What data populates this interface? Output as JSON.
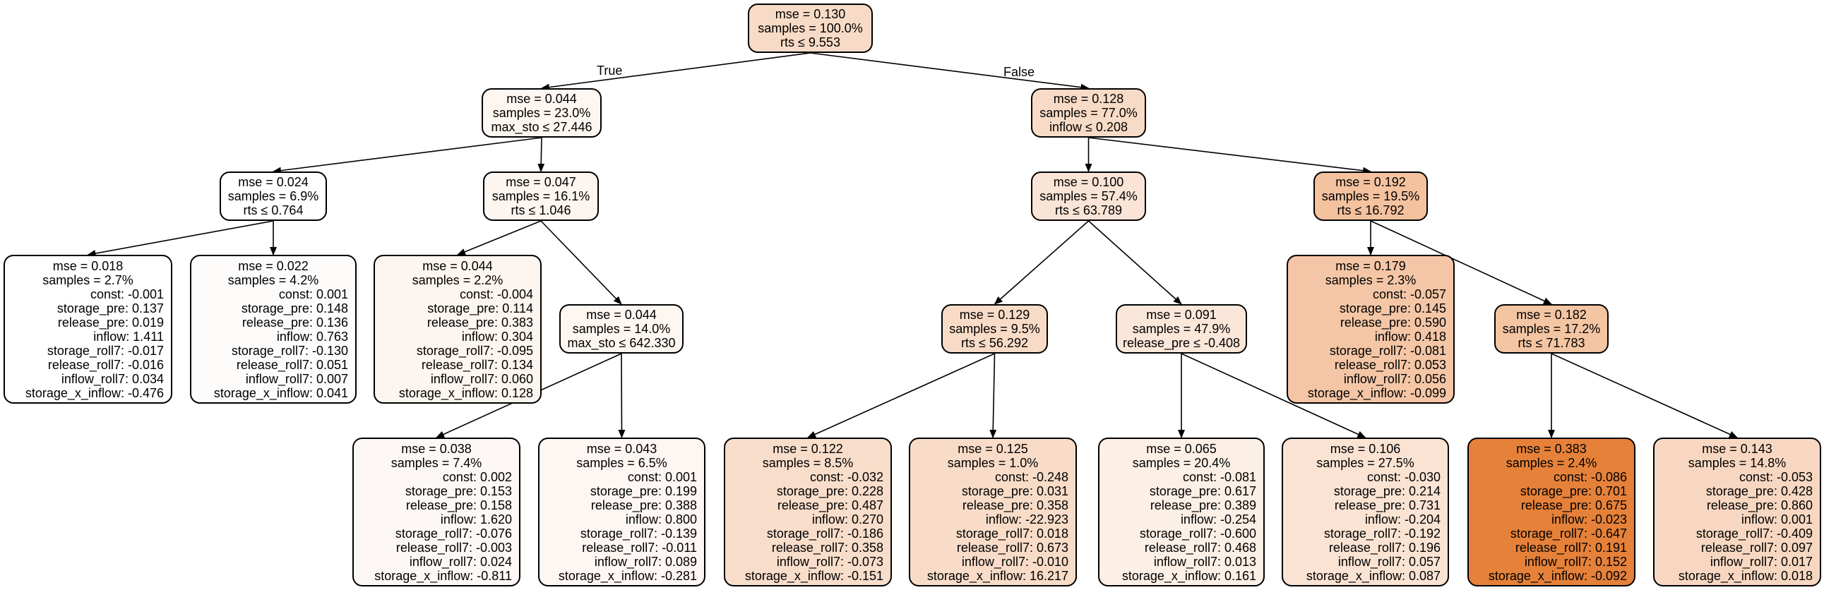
{
  "edge_labels": {
    "left": "True",
    "right": "False"
  },
  "nodes": {
    "root": {
      "lines": [
        "mse = 0.130",
        "samples = 100.0%",
        "rts ≤ 9.553"
      ],
      "color": "#f8dbc6"
    },
    "L": {
      "lines": [
        "mse = 0.044",
        "samples = 23.0%",
        "max_sto ≤ 27.446"
      ],
      "color": "#fdf6f1"
    },
    "R": {
      "lines": [
        "mse = 0.128",
        "samples = 77.0%",
        "inflow ≤ 0.208"
      ],
      "color": "#f8dbc6"
    },
    "LL": {
      "lines": [
        "mse = 0.024",
        "samples = 6.9%",
        "rts ≤ 0.764"
      ],
      "color": "#ffffff"
    },
    "LR": {
      "lines": [
        "mse = 0.047",
        "samples = 16.1%",
        "rts ≤ 1.046"
      ],
      "color": "#fdf5ef"
    },
    "RL": {
      "lines": [
        "mse = 0.100",
        "samples = 57.4%",
        "rts ≤ 63.789"
      ],
      "color": "#fae4d5"
    },
    "RR": {
      "lines": [
        "mse = 0.192",
        "samples = 19.5%",
        "rts ≤ 16.792"
      ],
      "color": "#f4c29f"
    },
    "LLL": {
      "lines": [
        "mse = 0.018",
        "samples = 2.7%",
        "const: -0.001",
        "storage_pre: 0.137",
        "release_pre: 0.019",
        "inflow: 1.411",
        "storage_roll7: -0.017",
        "release_roll7: -0.016",
        "inflow_roll7: 0.034",
        "storage_x_inflow: -0.476"
      ],
      "color": "#ffffff"
    },
    "LLR": {
      "lines": [
        "mse = 0.022",
        "samples = 4.2%",
        "const: 0.001",
        "storage_pre: 0.148",
        "release_pre: 0.136",
        "inflow: 0.763",
        "storage_roll7: -0.130",
        "release_roll7: 0.051",
        "inflow_roll7: 0.007",
        "storage_x_inflow: 0.041"
      ],
      "color": "#fefcfb"
    },
    "LRL": {
      "lines": [
        "mse = 0.044",
        "samples = 2.2%",
        "const: -0.004",
        "storage_pre: 0.114",
        "release_pre: 0.383",
        "inflow: 0.304",
        "storage_roll7: -0.095",
        "release_roll7: 0.134",
        "inflow_roll7: 0.060",
        "storage_x_inflow: 0.128"
      ],
      "color": "#fdf5ef"
    },
    "LRR": {
      "lines": [
        "mse = 0.044",
        "samples = 14.0%",
        "max_sto ≤ 642.330"
      ],
      "color": "#fdf6f1"
    },
    "RLL": {
      "lines": [
        "mse = 0.129",
        "samples = 9.5%",
        "rts ≤ 56.292"
      ],
      "color": "#f8dbc6"
    },
    "RLR": {
      "lines": [
        "mse = 0.091",
        "samples = 47.9%",
        "release_pre ≤ -0.408"
      ],
      "color": "#fbe7da"
    },
    "RRL": {
      "lines": [
        "mse = 0.179",
        "samples = 2.3%",
        "const: -0.057",
        "storage_pre: 0.145",
        "release_pre: 0.590",
        "inflow: 0.418",
        "storage_roll7: -0.081",
        "release_roll7: 0.053",
        "inflow_roll7: 0.056",
        "storage_x_inflow: -0.099"
      ],
      "color": "#f4c6a6"
    },
    "RRR": {
      "lines": [
        "mse = 0.182",
        "samples = 17.2%",
        "rts ≤ 71.783"
      ],
      "color": "#f4c5a3"
    },
    "LRRL": {
      "lines": [
        "mse = 0.038",
        "samples = 7.4%",
        "const: 0.002",
        "storage_pre: 0.153",
        "release_pre: 0.158",
        "inflow: 1.620",
        "storage_roll7: -0.076",
        "release_roll7: -0.003",
        "inflow_roll7: 0.024",
        "storage_x_inflow: -0.811"
      ],
      "color": "#fdf8f5"
    },
    "LRRR": {
      "lines": [
        "mse = 0.043",
        "samples = 6.5%",
        "const: 0.001",
        "storage_pre: 0.199",
        "release_pre: 0.388",
        "inflow: 0.800",
        "storage_roll7: -0.139",
        "release_roll7: -0.011",
        "inflow_roll7: 0.089",
        "storage_x_inflow: -0.281"
      ],
      "color": "#fdf6f2"
    },
    "RLLL": {
      "lines": [
        "mse = 0.122",
        "samples = 8.5%",
        "const: -0.032",
        "storage_pre: 0.228",
        "release_pre: 0.487",
        "inflow: 0.270",
        "storage_roll7: -0.186",
        "release_roll7: 0.358",
        "inflow_roll7: -0.073",
        "storage_x_inflow: -0.151"
      ],
      "color": "#f8ddca"
    },
    "RLLR": {
      "lines": [
        "mse = 0.125",
        "samples = 1.0%",
        "const: -0.248",
        "storage_pre: 0.031",
        "release_pre: 0.358",
        "inflow: -22.923",
        "storage_roll7: 0.018",
        "release_roll7: 0.673",
        "inflow_roll7: -0.010",
        "storage_x_inflow: 16.217"
      ],
      "color": "#f8dcc8"
    },
    "RLRL": {
      "lines": [
        "mse = 0.065",
        "samples = 20.4%",
        "const: -0.081",
        "storage_pre: 0.617",
        "release_pre: 0.389",
        "inflow: -0.254",
        "storage_roll7: -0.600",
        "release_roll7: 0.468",
        "inflow_roll7: 0.013",
        "storage_x_inflow: 0.161"
      ],
      "color": "#fcefe6"
    },
    "RLRR": {
      "lines": [
        "mse = 0.106",
        "samples = 27.5%",
        "const: -0.030",
        "storage_pre: 0.214",
        "release_pre: 0.731",
        "inflow: -0.204",
        "storage_roll7: -0.192",
        "release_roll7: 0.196",
        "inflow_roll7: 0.057",
        "storage_x_inflow: 0.087"
      ],
      "color": "#fae3d3"
    },
    "RRRL": {
      "lines": [
        "mse = 0.383",
        "samples = 2.4%",
        "const: -0.086",
        "storage_pre: 0.701",
        "release_pre: 0.675",
        "inflow: -0.023",
        "storage_roll7: -0.647",
        "release_roll7: 0.191",
        "inflow_roll7: 0.152",
        "storage_x_inflow: -0.092"
      ],
      "color": "#e58139"
    },
    "RRRR": {
      "lines": [
        "mse = 0.143",
        "samples = 14.8%",
        "const: -0.053",
        "storage_pre: 0.428",
        "release_pre: 0.860",
        "inflow: 0.001",
        "storage_roll7: -0.409",
        "release_roll7: 0.097",
        "inflow_roll7: 0.017",
        "storage_x_inflow: 0.018"
      ],
      "color": "#f7d7c1"
    }
  },
  "edges": [
    [
      "root",
      "L"
    ],
    [
      "root",
      "R"
    ],
    [
      "L",
      "LL"
    ],
    [
      "L",
      "LR"
    ],
    [
      "R",
      "RL"
    ],
    [
      "R",
      "RR"
    ],
    [
      "LL",
      "LLL"
    ],
    [
      "LL",
      "LLR"
    ],
    [
      "LR",
      "LRL"
    ],
    [
      "LR",
      "LRR"
    ],
    [
      "LRR",
      "LRRL"
    ],
    [
      "LRR",
      "LRRR"
    ],
    [
      "RL",
      "RLL"
    ],
    [
      "RL",
      "RLR"
    ],
    [
      "RLL",
      "RLLL"
    ],
    [
      "RLL",
      "RLLR"
    ],
    [
      "RLR",
      "RLRL"
    ],
    [
      "RLR",
      "RLRR"
    ],
    [
      "RR",
      "RRL"
    ],
    [
      "RR",
      "RRR"
    ],
    [
      "RRR",
      "RRRL"
    ],
    [
      "RRR",
      "RRRR"
    ]
  ]
}
